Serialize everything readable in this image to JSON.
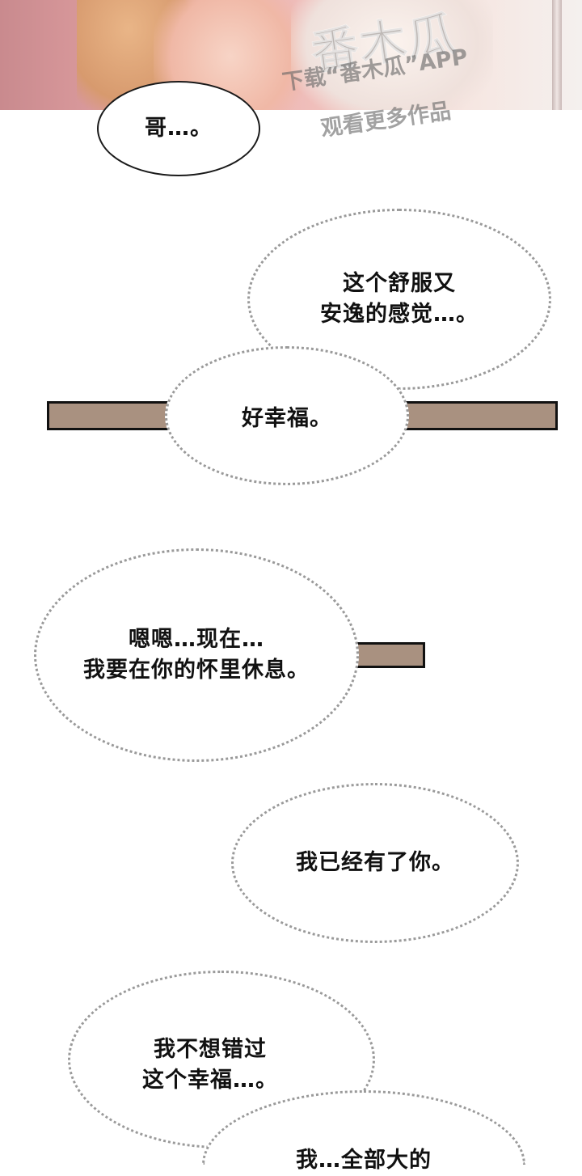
{
  "watermark": {
    "logo": "番木瓜",
    "line1": "下载“番木瓜”APP",
    "line2": "观看更多作品"
  },
  "dialogue": {
    "b1": "哥…。",
    "b2_l1": "这个舒服又",
    "b2_l2": "安逸的感觉…。",
    "b3": "好幸福。",
    "b4_l1": "嗯嗯…现在…",
    "b4_l2": "我要在你的怀里休息。",
    "b5": "我已经有了你。",
    "b6_l1": "我不想错过",
    "b6_l2": "这个幸福…。",
    "b7": "我…全部大的"
  },
  "colors": {
    "bar_fill": "#a99180",
    "bubble_border_dotted": "#9a9a9a",
    "bubble_border_solid": "#1a1a1a"
  }
}
